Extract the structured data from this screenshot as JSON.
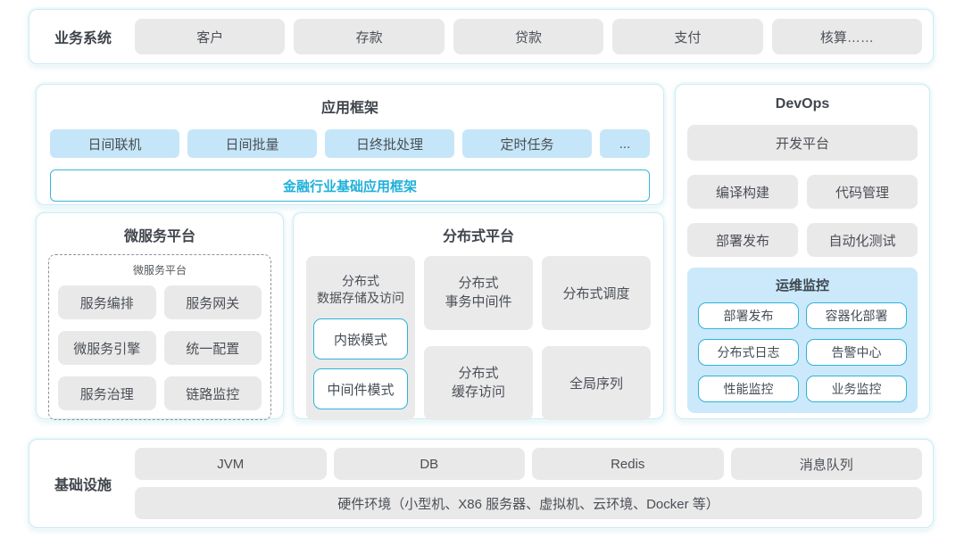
{
  "business": {
    "label": "业务系统",
    "items": [
      "客户",
      "存款",
      "贷款",
      "支付",
      "核算……"
    ]
  },
  "app_framework": {
    "title": "应用框架",
    "modules": [
      "日间联机",
      "日间批量",
      "日终批处理",
      "定时任务",
      "..."
    ],
    "base_label": "金融行业基础应用框架"
  },
  "devops": {
    "title": "DevOps",
    "dev_platform": "开发平台",
    "tools": [
      "编译构建",
      "代码管理",
      "部署发布",
      "自动化测试"
    ],
    "monitor": {
      "title": "运维监控",
      "items": [
        "部署发布",
        "容器化部署",
        "分布式日志",
        "告警中心",
        "性能监控",
        "业务监控"
      ]
    }
  },
  "microservice": {
    "title": "微服务平台",
    "inner_title": "微服务平台",
    "items": [
      "服务编排",
      "服务网关",
      "微服务引擎",
      "统一配置",
      "服务治理",
      "链路监控"
    ]
  },
  "distributed": {
    "title": "分布式平台",
    "storage": {
      "label": "分布式\n数据存储及访问",
      "modes": [
        "内嵌模式",
        "中间件模式"
      ]
    },
    "cells": [
      "分布式\n事务中间件",
      "分布式\n缓存访问",
      "分布式调度",
      "全局序列"
    ]
  },
  "infrastructure": {
    "label": "基础设施",
    "items": [
      "JVM",
      "DB",
      "Redis",
      "消息队列"
    ],
    "hardware": "硬件环境（小型机、X86 服务器、虚拟机、云环境、Docker 等）"
  },
  "colors": {
    "accent_teal": "#2fb3d8",
    "light_blue_button": "#c5e6f8",
    "monitor_panel_bg": "#cbe9fa",
    "gray_button": "#e9e9ea",
    "panel_border_cyan": "#cdebf2"
  }
}
